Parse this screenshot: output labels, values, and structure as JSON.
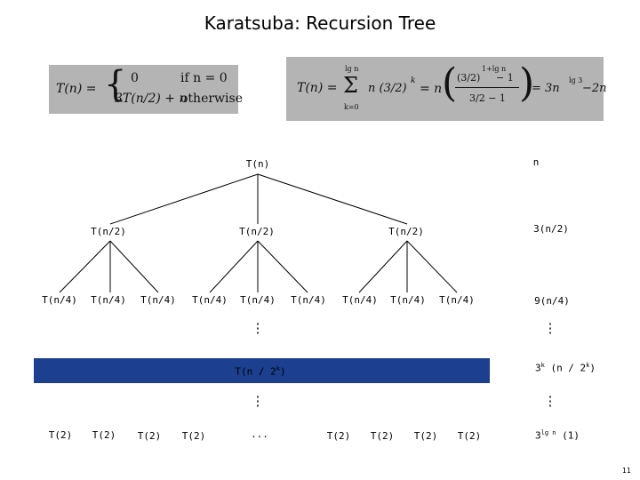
{
  "slide": {
    "title": "Karatsuba:  Recursion Tree",
    "page_number": "11"
  },
  "formula_left": {
    "lhs": "T(n) =",
    "case1_value": "0",
    "case1_cond": "if n = 0",
    "case2_value": "3T(n/2) + n",
    "case2_cond": "otherwise"
  },
  "formula_right": {
    "lhs": "T(n) =",
    "sum_top": "lg n",
    "sum_bottom": "k=0",
    "sum_body": "n (3/2)",
    "sum_exp": "k",
    "eq2": "= n",
    "frac_top": "(3/2)",
    "frac_top_exp": "1+lg n",
    "frac_top_rest": "− 1",
    "frac_bottom": "3/2 − 1",
    "eq3": "= 3n",
    "final_exp": "lg 3",
    "final_rest": "−2n"
  },
  "tree": {
    "root": "T(n)",
    "level1": [
      "T(n/2)",
      "T(n/2)",
      "T(n/2)"
    ],
    "level2": [
      "T(n/4)",
      "T(n/4)",
      "T(n/4)",
      "T(n/4)",
      "T(n/4)",
      "T(n/4)",
      "T(n/4)",
      "T(n/4)",
      "T(n/4)"
    ],
    "middle_label": "T(n / 2",
    "middle_exp": "k",
    "middle_close": ")",
    "leaves_left": [
      "T(2)",
      "T(2)",
      "T(2)",
      "T(2)"
    ],
    "leaves_ellipsis": "...",
    "leaves_right": [
      "T(2)",
      "T(2)",
      "T(2)",
      "T(2)"
    ]
  },
  "level_costs": {
    "l0": "n",
    "l1": "3(n/2)",
    "l2": "9(n/4)",
    "lk_prefix": "3",
    "lk_exp": "k",
    "lk_rest": " (n / 2",
    "lk_exp2": "k",
    "lk_close": ")",
    "leaf_prefix": "3",
    "leaf_exp": "lg n",
    "leaf_rest": " (1)"
  },
  "colors": {
    "formula_bg": "#b4b4b4",
    "band": "#1c3f8f"
  }
}
